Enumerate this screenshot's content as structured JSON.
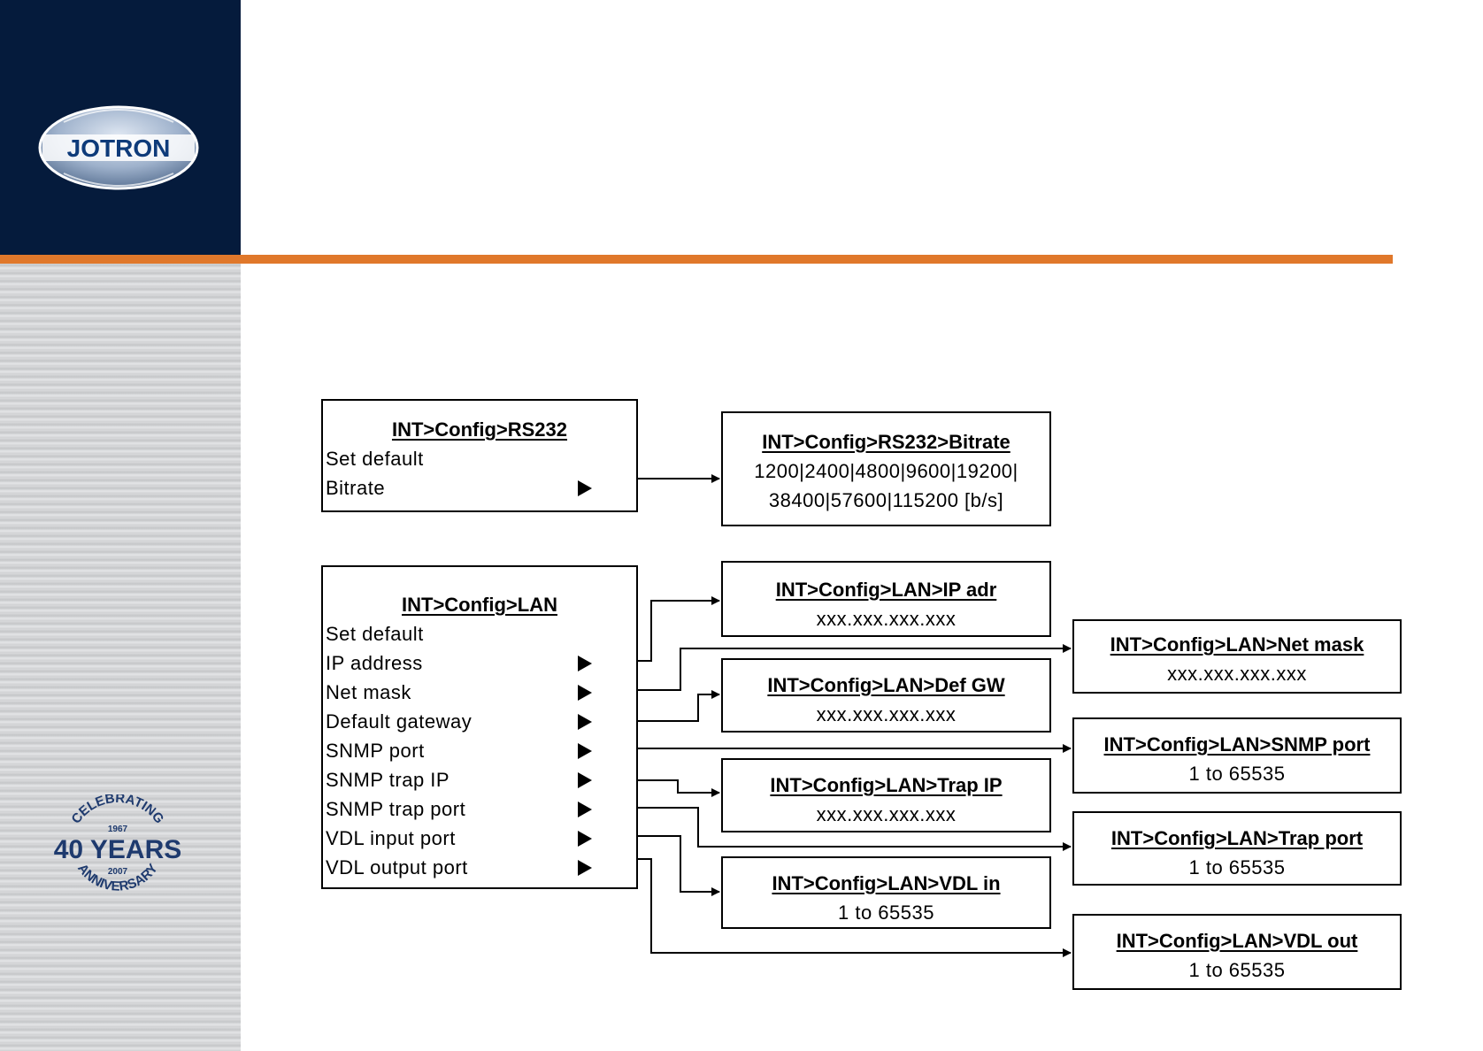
{
  "brand": {
    "logo_text": "JOTRON",
    "badge_top": "CELEBRATING",
    "badge_main": "40 YEARS",
    "badge_year_start": "1967",
    "badge_year_end": "2007",
    "badge_bottom": "ANNIVERSARY",
    "colors": {
      "navy": "#051b3c",
      "orange": "#e0782b"
    }
  },
  "rs232_menu": {
    "title": "INT>Config>RS232",
    "items": [
      {
        "label": "Set default",
        "submenu": false
      },
      {
        "label": "Bitrate",
        "submenu": true
      }
    ]
  },
  "lan_menu": {
    "title": "INT>Config>LAN",
    "items": [
      {
        "label": "Set default",
        "submenu": false
      },
      {
        "label": "IP address",
        "submenu": true
      },
      {
        "label": "Net mask",
        "submenu": true
      },
      {
        "label": "Default gateway",
        "submenu": true
      },
      {
        "label": "SNMP port",
        "submenu": true
      },
      {
        "label": "SNMP trap IP",
        "submenu": true
      },
      {
        "label": "SNMP trap port",
        "submenu": true
      },
      {
        "label": "VDL input port",
        "submenu": true
      },
      {
        "label": "VDL output port",
        "submenu": true
      }
    ]
  },
  "targets": {
    "bitrate": {
      "title": "INT>Config>RS232>Bitrate",
      "line1": "1200|2400|4800|9600|19200|",
      "line2": "38400|57600|115200 [b/s]"
    },
    "ip_adr": {
      "title": "INT>Config>LAN>IP adr",
      "value": "xxx.xxx.xxx.xxx"
    },
    "net_mask": {
      "title": "INT>Config>LAN>Net mask",
      "value": "xxx.xxx.xxx.xxx"
    },
    "def_gw": {
      "title": "INT>Config>LAN>Def GW",
      "value": "xxx.xxx.xxx.xxx"
    },
    "snmp_port": {
      "title": "INT>Config>LAN>SNMP port",
      "value": "1 to 65535"
    },
    "trap_ip": {
      "title": "INT>Config>LAN>Trap IP",
      "value": "xxx.xxx.xxx.xxx"
    },
    "trap_port": {
      "title": "INT>Config>LAN>Trap port",
      "value": "1 to 65535"
    },
    "vdl_in": {
      "title": "INT>Config>LAN>VDL in",
      "value": "1 to 65535"
    },
    "vdl_out": {
      "title": "INT>Config>LAN>VDL out",
      "value": "1 to 65535"
    }
  }
}
